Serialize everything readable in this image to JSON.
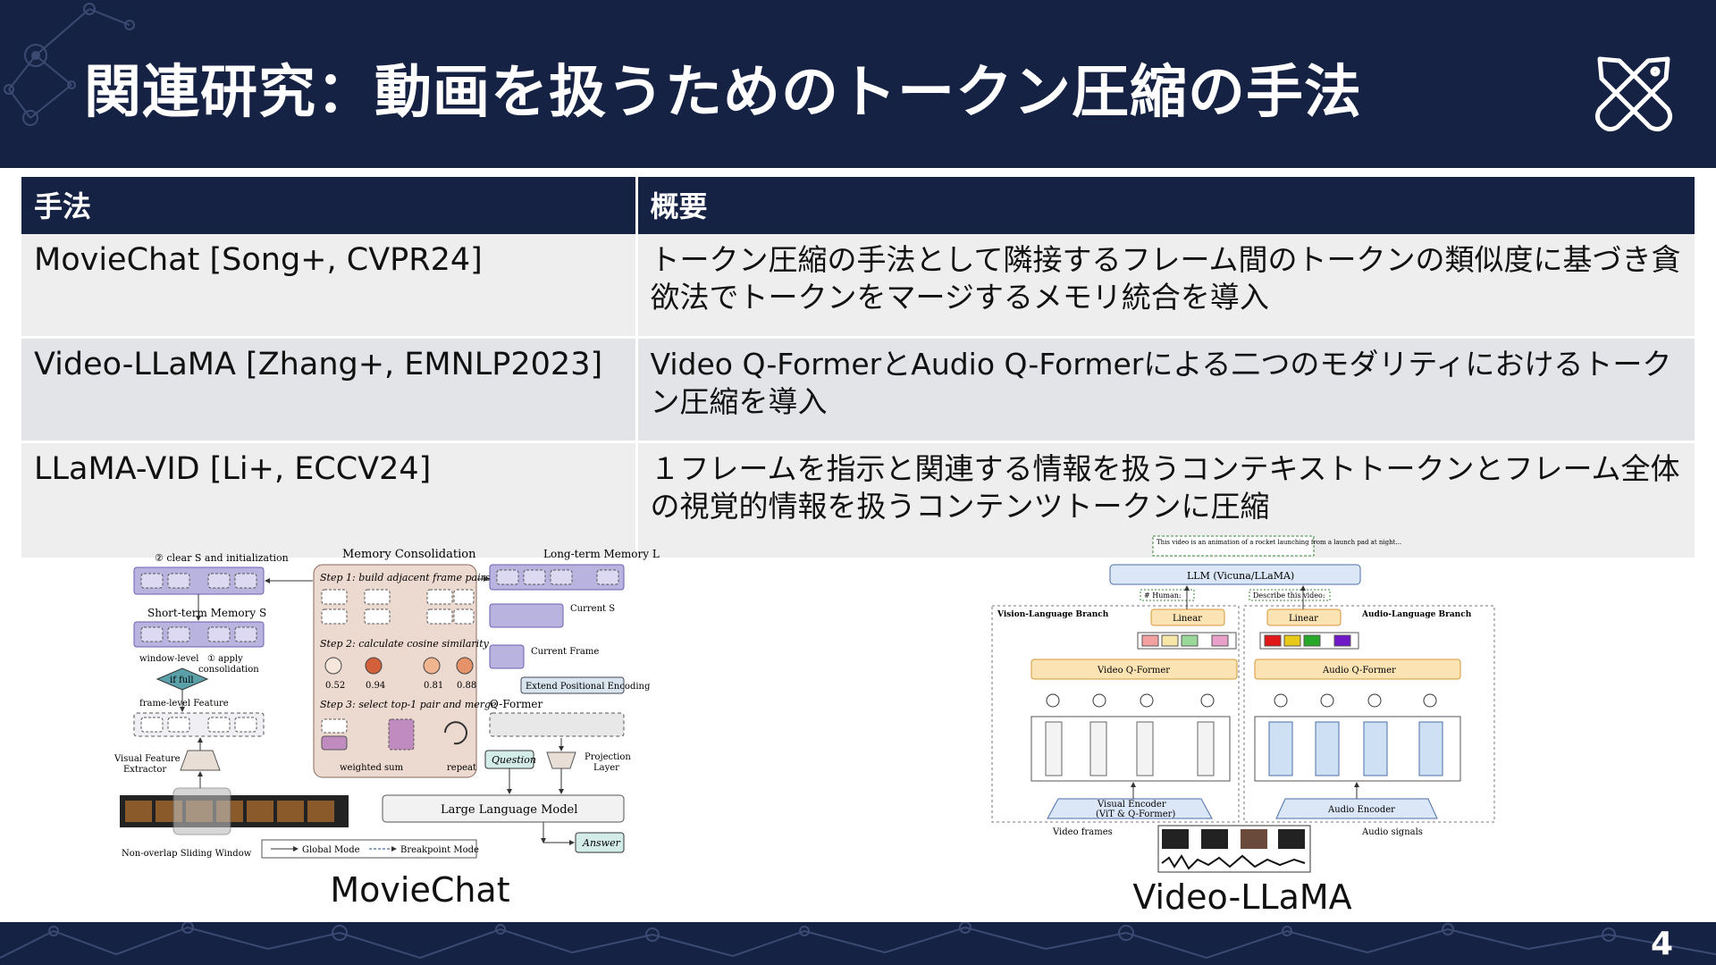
{
  "slide": {
    "title": "関連研究：動画を扱うためのトークン圧縮の手法",
    "page_number": "4",
    "colors": {
      "navy": "#162244",
      "row_light": "#eeeeee",
      "row_dark": "#e3e4e8"
    },
    "logo_icon": "crossed-tools-icon"
  },
  "table": {
    "headers": [
      "手法",
      "概要"
    ],
    "rows": [
      {
        "method": "MovieChat [Song+, CVPR24]",
        "summary": "トークン圧縮の手法として隣接するフレーム間のトークンの類似度に基づき貪欲法でトークンをマージするメモリ統合を導入"
      },
      {
        "method": "Video-LLaMA [Zhang+, EMNLP2023]",
        "summary": "Video Q-FormerとAudio Q-Formerによる二つのモダリティにおけるトークン圧縮を導入"
      },
      {
        "method": "LLaMA-VID [Li+, ECCV24]",
        "summary": "１フレームを指示と関連する情報を扱うコンテキストトークンとフレーム全体の視覚的情報を扱うコンテンツトークンに圧縮"
      }
    ]
  },
  "figures": {
    "moviechat": {
      "caption": "MovieChat",
      "labels": {
        "clear": "② clear S and initialization",
        "memory_consolidation": "Memory Consolidation",
        "long_term": "Long-term Memory L",
        "step1": "Step 1: build adjacent frame pairs",
        "step2": "Step 2: calculate cosine similarity",
        "step3": "Step 3: select top-1 pair and merge",
        "short_term": "Short-term Memory S",
        "window_level": "window-level",
        "apply": "① apply",
        "consolidation": "consolidation",
        "if_full": "if full",
        "frame_level": "frame-level Feature",
        "current_s": "Current S",
        "current_frame": "Current Frame",
        "extend_pe": "Extend Positional Encoding",
        "q_former": "Q-Former",
        "visual_extractor_1": "Visual Feature",
        "visual_extractor_2": "Extractor",
        "weighted_sum": "weighted sum",
        "repeat": "repeat",
        "question": "Question",
        "projection_1": "Projection",
        "projection_2": "Layer",
        "llm": "Large Language Model",
        "answer": "Answer",
        "sliding": "Non-overlap Sliding Window",
        "global_mode": "Global Mode",
        "breakpoint_mode": "Breakpoint Mode",
        "sim": [
          "0.52",
          "0.94",
          "0.81",
          "0.88"
        ]
      }
    },
    "videollama": {
      "caption": "Video-LLaMA",
      "labels": {
        "output": "This video is an animation of a rocket launching from a launch pad at night...",
        "llm": "LLM (Vicuna/LLaMA)",
        "human": "# Human:",
        "describe": "Describe this video:",
        "vl_branch": "Vision-Language Branch",
        "al_branch": "Audio-Language Branch",
        "linear": "Linear",
        "video_qformer": "Video Q-Former",
        "audio_qformer": "Audio Q-Former",
        "visual_encoder_1": "Visual Encoder",
        "visual_encoder_2": "(ViT & Q-Former)",
        "audio_encoder": "Audio Encoder",
        "video_frames": "Video frames",
        "audio_signals": "Audio signals"
      }
    }
  }
}
